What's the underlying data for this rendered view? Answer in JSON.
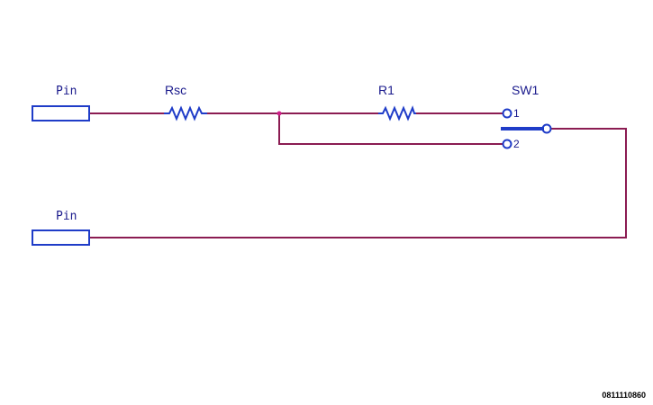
{
  "components": {
    "pin_top": {
      "label": "Pin"
    },
    "pin_bottom": {
      "label": "Pin"
    },
    "rsc": {
      "label": "Rsc"
    },
    "r1": {
      "label": "R1"
    },
    "sw1": {
      "label": "SW1",
      "terminal_1": "1",
      "terminal_2": "2"
    }
  },
  "reference_code": "0811110860",
  "colors": {
    "wire": "#8b1c52",
    "component": "#1f3cc8",
    "text": "#1a1a8c"
  }
}
